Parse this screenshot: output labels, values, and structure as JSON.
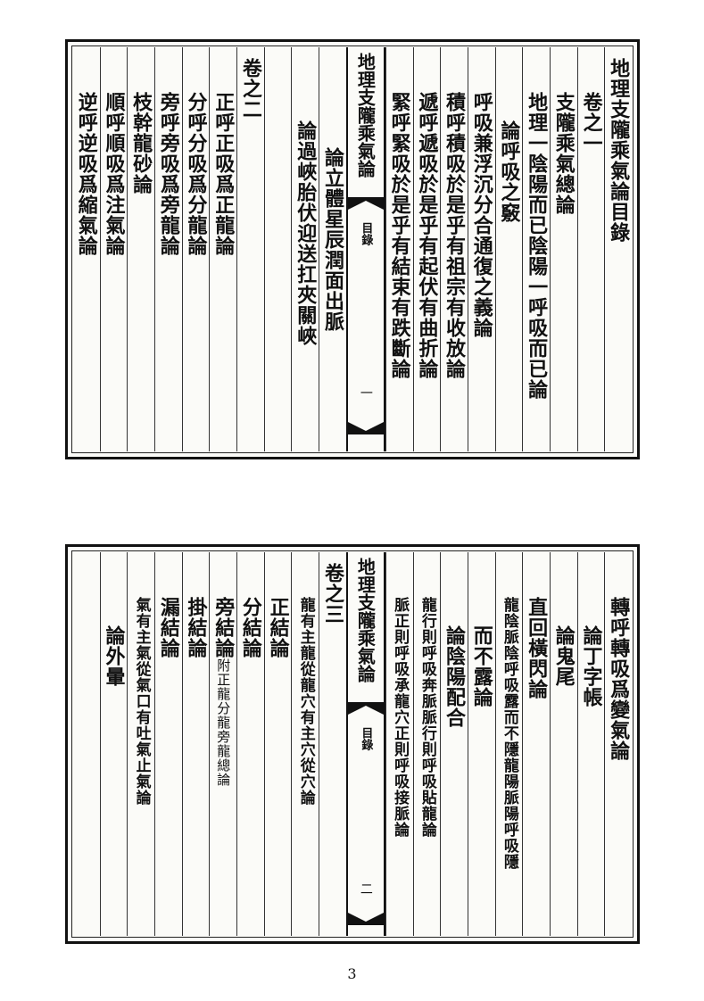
{
  "top_page": {
    "banner": {
      "title": "地理支隴乘氣論",
      "section": "目錄",
      "page": "一"
    },
    "right_columns": [
      {
        "text": "地理支隴乘氣論目錄",
        "indent": 0
      },
      {
        "text": "卷之一",
        "indent": 1
      },
      {
        "text": "支隴乘氣總論",
        "indent": 1
      },
      {
        "text": "地理一陰陽而已陰陽一呼吸而已論",
        "indent": 1
      },
      {
        "text": "論呼吸之竅",
        "indent": 2
      },
      {
        "text": "呼吸兼浮沉分合通復之義論",
        "indent": 1
      },
      {
        "text": "積呼積吸於是乎有祖宗有收放論",
        "indent": 1
      },
      {
        "text": "遞呼遞吸於是乎有起伏有曲折論",
        "indent": 1
      },
      {
        "text": "緊呼緊吸於是乎有結束有跌斷論",
        "indent": 1
      }
    ],
    "left_columns": [
      {
        "text": "論立體星辰潤面出脈",
        "indent": 2
      },
      {
        "text": "論過峽胎伏迎送扛夾關峽",
        "indent": 2
      },
      {
        "text": "",
        "indent": 1
      },
      {
        "text": "卷之二",
        "indent": 0
      },
      {
        "text": "正呼正吸爲正龍論",
        "indent": 1
      },
      {
        "text": "分呼分吸爲分龍論",
        "indent": 1
      },
      {
        "text": "旁呼旁吸爲旁龍論",
        "indent": 1
      },
      {
        "text": "枝幹龍砂論",
        "indent": 1
      },
      {
        "text": "順呼順吸爲注氣論",
        "indent": 1
      },
      {
        "text": "逆呼逆吸爲縮氣論",
        "indent": 1
      }
    ]
  },
  "bottom_page": {
    "banner": {
      "title": "地理支隴乘氣論",
      "section": "目錄",
      "page": "二"
    },
    "right_columns": [
      {
        "text": "轉呼轉吸爲變氣論",
        "indent": 1
      },
      {
        "text": "論丁字帳",
        "indent": 2
      },
      {
        "text": "論鬼尾",
        "indent": 2
      },
      {
        "text": "直回橫閃論",
        "indent": 1
      },
      {
        "text": "龍陰脈陰呼吸露而不隱龍陽脈陽呼吸隱",
        "indent": 1
      },
      {
        "text": "而不露論",
        "indent": 2
      },
      {
        "text": "論陰陽配合",
        "indent": 2
      },
      {
        "text": "龍行則呼吸奔脈脈行則呼吸貼龍論",
        "indent": 1
      },
      {
        "text": "脈正則呼吸承龍穴正則呼吸接脈論",
        "indent": 1
      }
    ],
    "left_columns": [
      {
        "text": "卷之三",
        "indent": 0,
        "note": ""
      },
      {
        "text": "龍有主龍從龍穴有主穴從穴論",
        "indent": 1,
        "note": ""
      },
      {
        "text": "正結論",
        "indent": 1,
        "note": ""
      },
      {
        "text": "分結論",
        "indent": 1,
        "note": ""
      },
      {
        "text": "旁結論",
        "indent": 1,
        "note": "附正龍分龍旁龍總論"
      },
      {
        "text": "掛結論",
        "indent": 1,
        "note": ""
      },
      {
        "text": "漏結論",
        "indent": 1,
        "note": ""
      },
      {
        "text": "氣有主氣從氣口有吐氣止氣論",
        "indent": 1,
        "note": ""
      },
      {
        "text": "論外暈",
        "indent": 2,
        "note": ""
      },
      {
        "text": "",
        "indent": 1,
        "note": ""
      }
    ]
  },
  "page_number": "3"
}
